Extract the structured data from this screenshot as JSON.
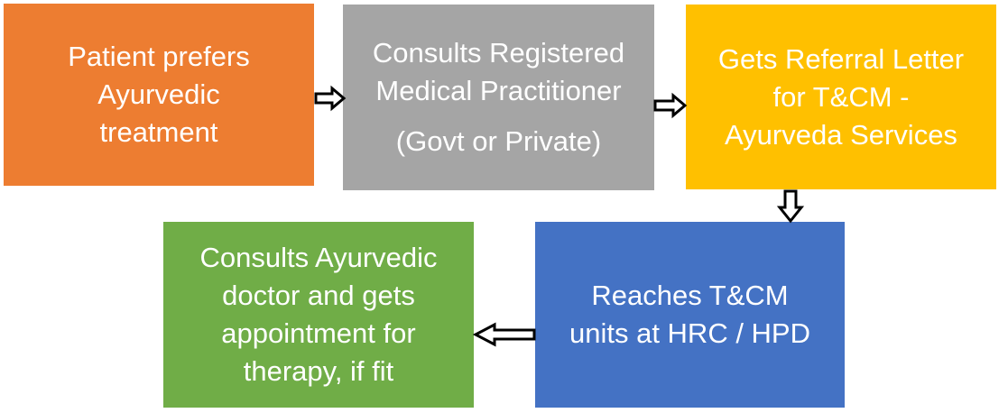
{
  "steps": [
    {
      "id": "patient",
      "lines": [
        "Patient prefers",
        "Ayurvedic",
        "treatment"
      ],
      "color": "#ed7d31"
    },
    {
      "id": "rmp",
      "lines": [
        "Consults Registered",
        "Medical Practitioner"
      ],
      "note": "(Govt or Private)",
      "color": "#a5a5a5"
    },
    {
      "id": "referral",
      "lines": [
        "Gets Referral Letter",
        "for T&CM -",
        "Ayurveda Services"
      ],
      "color": "#ffc000"
    },
    {
      "id": "reaches",
      "lines": [
        "Reaches T&CM",
        "units at HRC / HPD"
      ],
      "color": "#4472c4"
    },
    {
      "id": "consults",
      "lines": [
        "Consults Ayurvedic",
        "doctor and gets",
        "appointment for",
        "therapy, if fit"
      ],
      "color": "#70ad47"
    }
  ],
  "arrows": [
    {
      "from": "patient",
      "to": "rmp",
      "direction": "right"
    },
    {
      "from": "rmp",
      "to": "referral",
      "direction": "right"
    },
    {
      "from": "referral",
      "to": "reaches",
      "direction": "down"
    },
    {
      "from": "reaches",
      "to": "consults",
      "direction": "left"
    }
  ]
}
